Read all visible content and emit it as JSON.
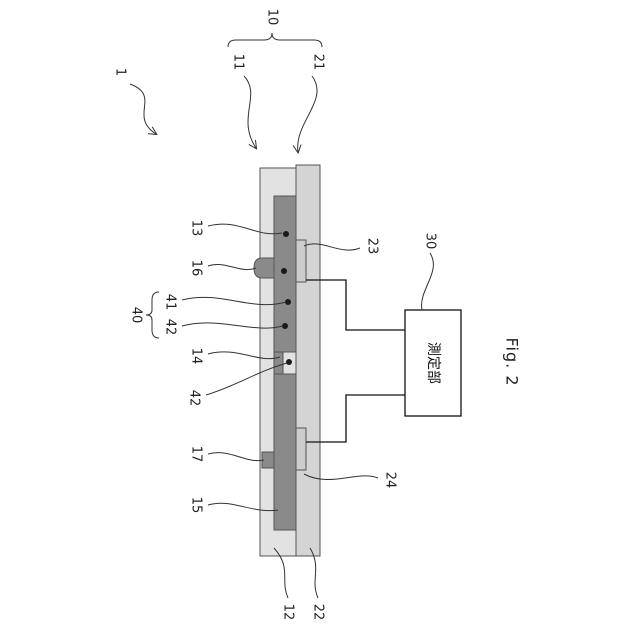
{
  "figure": {
    "caption": "Fig. 2",
    "measurement_unit_text": "測定部"
  },
  "labels": {
    "device_1": "1",
    "assembly_10": "10",
    "member_11": "11",
    "member_21": "21",
    "member_12": "12",
    "member_22": "22",
    "part_13": "13",
    "part_14": "14",
    "part_15": "15",
    "part_16": "16",
    "part_17": "17",
    "electrode_23": "23",
    "electrode_24": "24",
    "unit_30": "30",
    "group_40": "40",
    "particle_41": "41",
    "particle_42_upper": "42",
    "particle_42_lower": "42"
  },
  "colors": {
    "layer_11": "#e2e2e2",
    "layer_21": "#d4d4d4",
    "dark_region": "#8a8a8a",
    "electrode": "#cccccc",
    "unit_box": "#ffffff",
    "particle": "#1a1a1a"
  }
}
